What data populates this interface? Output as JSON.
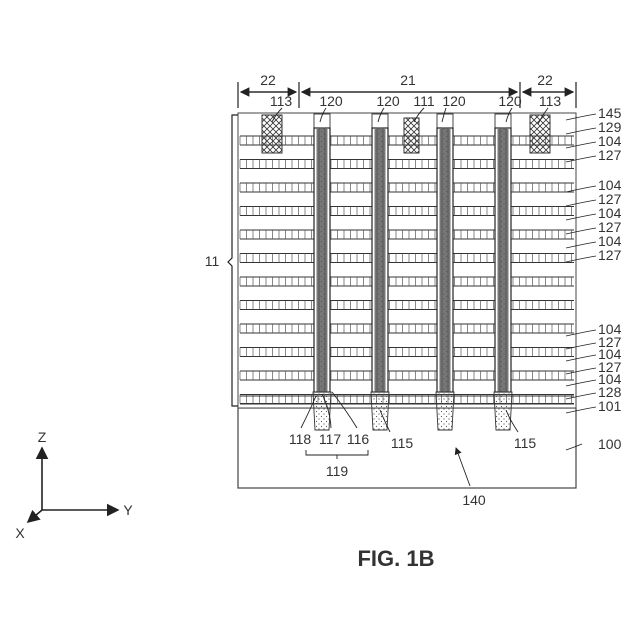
{
  "figure": {
    "caption": "FIG. 1B",
    "region_labels": {
      "left_edge": "22",
      "center": "21",
      "right_edge": "22"
    },
    "stack_bracket_label": "11",
    "top_labels": [
      "113",
      "120",
      "120",
      "111",
      "120",
      "120",
      "113"
    ],
    "right_labels": [
      "145",
      "129",
      "104",
      "127",
      "104",
      "127",
      "104",
      "127",
      "104",
      "127",
      "104",
      "127",
      "104",
      "127",
      "104",
      "128",
      "101"
    ],
    "bottom_labels": {
      "l118": "118",
      "l117": "117",
      "l116": "116",
      "l119": "119",
      "l115a": "115",
      "l115b": "115",
      "l100": "100",
      "l140": "140"
    },
    "axes": {
      "z": "Z",
      "y": "Y",
      "x": "X"
    }
  }
}
